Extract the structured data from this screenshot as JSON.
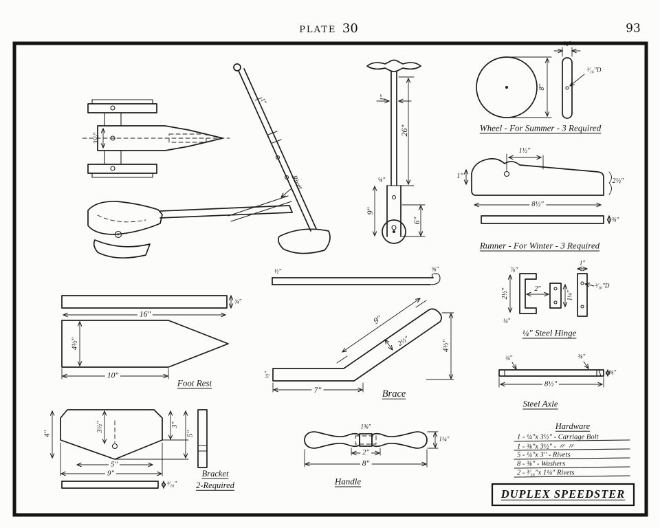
{
  "page": {
    "plate_label": "PLATE",
    "plate_number": "30",
    "page_number": "93"
  },
  "labels": {
    "wheel": "Wheel - For Summer - 3 Required",
    "runner": "Runner - For Winter - 3 Required",
    "hinge": "¼″ Steel Hinge",
    "axle": "Steel Axle",
    "foot_rest": "Foot Rest",
    "brace": "Brace",
    "bracket": "Bracket",
    "bracket_qty": "2-Required",
    "handle": "Handle",
    "rivet_note": "Rivet",
    "title": "DUPLEX SPEEDSTER"
  },
  "hardware": {
    "title": "Hardware",
    "items": [
      "1 - ¼″x 3½″ - Carriage Bolt",
      "1 - ⅜″x 3½″ -  〃  〃",
      "5 - ¼″x 3″ - Rivets",
      "8 - ⅜″ - Washers",
      "2 - ³⁄₁₆″x 1¼″ Rivets"
    ]
  },
  "dims": {
    "chassis_width": "3½″",
    "column_width": "1″",
    "stem_width": "1″",
    "stem_length": "26″",
    "fork_offset": "⅝″",
    "fork_height": "9″",
    "wheel_height": "6″",
    "wheel_thickness": "¾″",
    "wheel_diameter": "8″",
    "wheel_hole": "³⁄₁₆″D",
    "runner_end": "1″",
    "runner_hole_offset": "1½″",
    "runner_height": "2½″",
    "runner_length": "8½″",
    "runner_thickness": "⅜″",
    "hinge_flange": "⅞″",
    "hinge_height": "2½″",
    "hinge_width": "2″",
    "hinge_plate": "1¼″",
    "hinge_leaf": "1″",
    "hinge_hole": "³⁄₁₆″D",
    "hinge_thickness": "¼″",
    "axle_head": "¾″",
    "axle_diameter": "⅜″",
    "axle_end": "⅝″",
    "axle_length": "8½″",
    "plank_thickness": "¾″",
    "plank_length": "16″",
    "board_width": "4½″",
    "board_straight": "10″",
    "brace_top_left": "½″",
    "brace_top_right": "⅝″",
    "brace_diagonal": "9″",
    "brace_strap": "2½″",
    "brace_rise": "4½″",
    "brace_bottom": "7″",
    "brace_end": "½″",
    "bracket_height": "4″",
    "bracket_hole": "3½″",
    "bracket_side": "3″",
    "bracket_depth": "5″",
    "bracket_inner": "5″",
    "bracket_width": "9″",
    "bracket_thickness": "³⁄₁₆″",
    "handle_center": "1⅜″",
    "handle_notch": "2″",
    "handle_length": "8″",
    "handle_end": "1¼″"
  }
}
